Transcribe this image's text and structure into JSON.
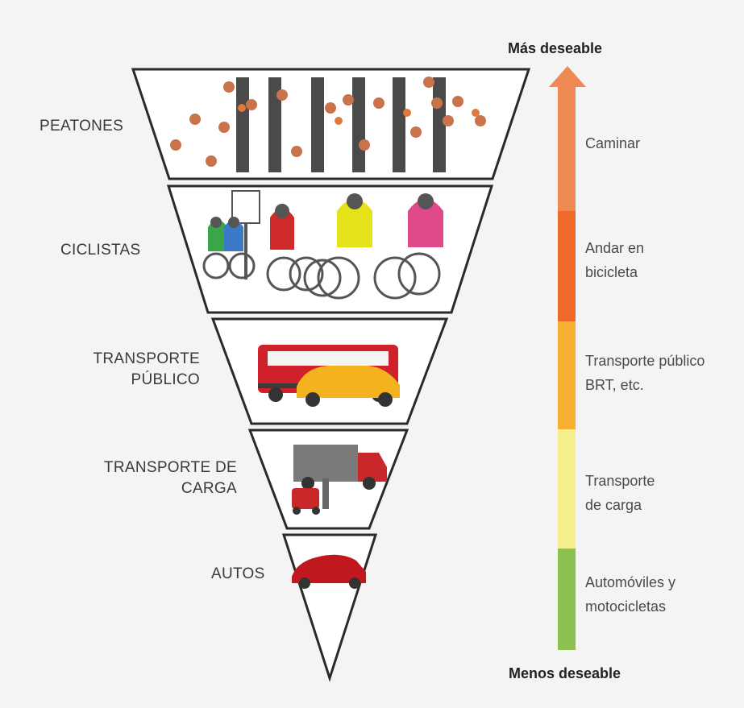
{
  "tiers": [
    {
      "label": "PEATONES",
      "icon": "pedestrian-crossing-icon"
    },
    {
      "label": "CICLISTAS",
      "icon": "cyclists-icon"
    },
    {
      "label": "TRANSPORTE\nPÚBLICO",
      "icon": "bus-taxi-icon"
    },
    {
      "label": "TRANSPORTE DE\nCARGA",
      "icon": "cargo-truck-icon"
    },
    {
      "label": "AUTOS",
      "icon": "car-icon"
    }
  ],
  "scale": {
    "top_label": "Más deseable",
    "bottom_label": "Menos deseable",
    "segments": [
      {
        "label": "Caminar",
        "color": "#f08a55"
      },
      {
        "label": "Andar en\nbicicleta",
        "color": "#ee6a2a"
      },
      {
        "label": "Transporte público\nBRT, etc.",
        "color": "#f6b032"
      },
      {
        "label": "Transporte\nde carga",
        "color": "#f6ef8e"
      },
      {
        "label": "Automóviles y\nmotocicletas",
        "color": "#8cc152"
      }
    ]
  },
  "colors": {
    "outline": "#2a2a2a",
    "tier_fill": "#ffffff"
  }
}
